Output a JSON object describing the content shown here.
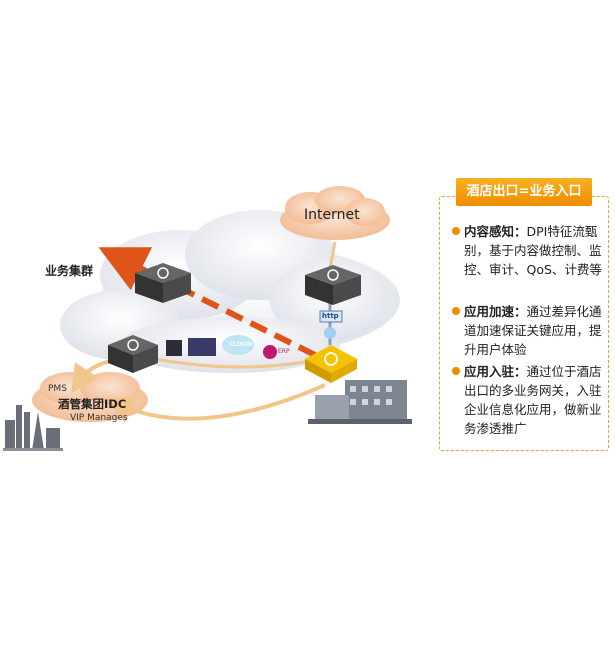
{
  "diagram": {
    "internet_label": "Internet",
    "business_cluster_label": "业务集群",
    "idc": {
      "pms": "PMS",
      "title": "酒管集团IDC",
      "vip": "VIP Manages"
    },
    "cloud_badge": "CLOUD",
    "erp_badge": "ERP",
    "http_badge": "http"
  },
  "panel": {
    "title": "酒店出口=业务入口",
    "items": [
      {
        "head": "内容感知：",
        "body": "DPI特征流甄别，基于内容做控制、监控、审计、QoS、计费等"
      },
      {
        "head": "应用加速：",
        "body": "通过差异化通道加速保证关键应用，提升用户体验"
      },
      {
        "head": "应用入驻：",
        "body": "通过位于酒店出口的多业务网关，入驻企业信息化应用，做新业务渗透推广"
      }
    ]
  },
  "colors": {
    "accent": "#f08c00",
    "arrow": "#e0541a",
    "cloud": "#eceef3",
    "internet_cloud": "#f5c8a8",
    "gateway": "#f5c400"
  }
}
